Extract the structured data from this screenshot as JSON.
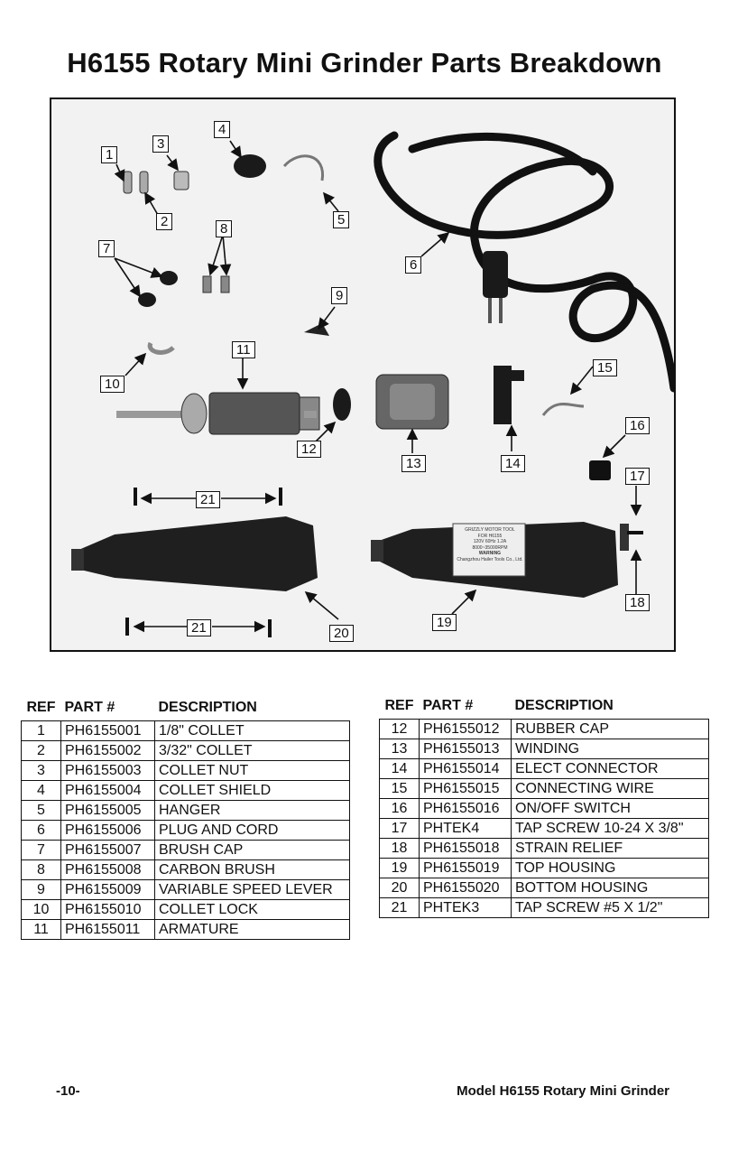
{
  "title": "H6155 Rotary Mini Grinder Parts Breakdown",
  "callouts": [
    "1",
    "2",
    "3",
    "4",
    "5",
    "6",
    "7",
    "8",
    "9",
    "10",
    "11",
    "12",
    "13",
    "14",
    "15",
    "16",
    "17",
    "18",
    "19",
    "20",
    "21",
    "21"
  ],
  "product_label": {
    "line1": "GRIZZLY MOTOR TOOL",
    "line2": "FOR H6155",
    "line3": "120V 60Hz 1.2A",
    "line4": "8000~35000RPM",
    "line5": "WARNING",
    "line6": "Changzhou Hailer Tools Co., Ltd."
  },
  "table_headers": {
    "ref": "REF",
    "part": "PART #",
    "desc": "DESCRIPTION"
  },
  "parts_left": [
    {
      "ref": "1",
      "part": "PH6155001",
      "desc": "1/8\" COLLET"
    },
    {
      "ref": "2",
      "part": "PH6155002",
      "desc": "3/32\" COLLET"
    },
    {
      "ref": "3",
      "part": "PH6155003",
      "desc": "COLLET NUT"
    },
    {
      "ref": "4",
      "part": "PH6155004",
      "desc": "COLLET SHIELD"
    },
    {
      "ref": "5",
      "part": "PH6155005",
      "desc": "HANGER"
    },
    {
      "ref": "6",
      "part": "PH6155006",
      "desc": "PLUG AND CORD"
    },
    {
      "ref": "7",
      "part": "PH6155007",
      "desc": "BRUSH CAP"
    },
    {
      "ref": "8",
      "part": "PH6155008",
      "desc": "CARBON BRUSH"
    },
    {
      "ref": "9",
      "part": "PH6155009",
      "desc": "VARIABLE SPEED LEVER"
    },
    {
      "ref": "10",
      "part": "PH6155010",
      "desc": "COLLET LOCK"
    },
    {
      "ref": "11",
      "part": "PH6155011",
      "desc": "ARMATURE"
    }
  ],
  "parts_right": [
    {
      "ref": "12",
      "part": "PH6155012",
      "desc": "RUBBER CAP"
    },
    {
      "ref": "13",
      "part": "PH6155013",
      "desc": "WINDING"
    },
    {
      "ref": "14",
      "part": "PH6155014",
      "desc": "ELECT CONNECTOR"
    },
    {
      "ref": "15",
      "part": "PH6155015",
      "desc": "CONNECTING WIRE"
    },
    {
      "ref": "16",
      "part": "PH6155016",
      "desc": "ON/OFF SWITCH"
    },
    {
      "ref": "17",
      "part": "PHTEK4",
      "desc": "TAP SCREW 10-24 X 3/8\""
    },
    {
      "ref": "18",
      "part": "PH6155018",
      "desc": "STRAIN RELIEF"
    },
    {
      "ref": "19",
      "part": "PH6155019",
      "desc": "TOP HOUSING"
    },
    {
      "ref": "20",
      "part": "PH6155020",
      "desc": "BOTTOM HOUSING"
    },
    {
      "ref": "21",
      "part": "PHTEK3",
      "desc": "TAP SCREW #5 X 1/2\""
    }
  ],
  "footer": {
    "page": "-10-",
    "model": "Model H6155 Rotary Mini Grinder"
  }
}
